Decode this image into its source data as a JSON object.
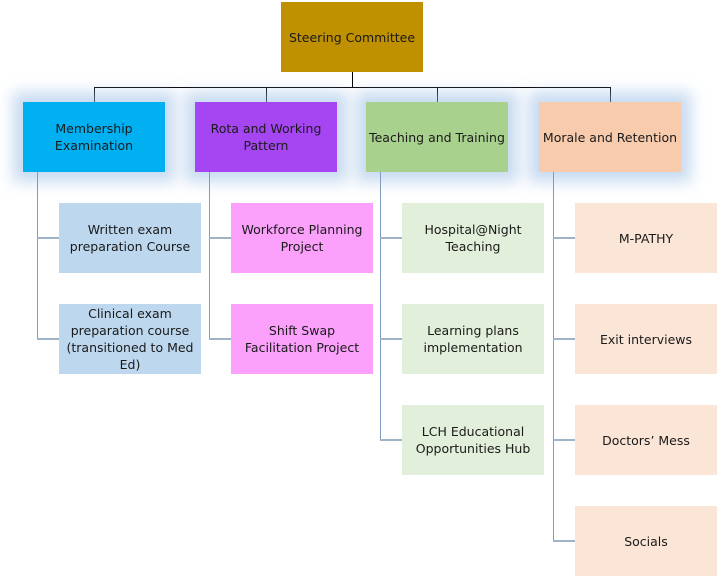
{
  "root": {
    "label": "Steering Committee",
    "color": "#bf9000"
  },
  "branches": [
    {
      "label": "Membership Examination",
      "color": "#00b0f0",
      "child_color": "#bdd7ee",
      "children": [
        "Written exam preparation Course",
        "Clinical exam preparation course (transitioned to Med Ed)"
      ]
    },
    {
      "label": "Rota and Working Pattern",
      "color": "#a646f2",
      "child_color": "#fba0fb",
      "children": [
        "Workforce Planning Project",
        "Shift Swap Facilitation Project"
      ]
    },
    {
      "label": "Teaching and Training",
      "color": "#a9d18e",
      "child_color": "#e2efda",
      "children": [
        "Hospital@Night Teaching",
        "Learning plans implementation",
        "LCH Educational Opportunities Hub"
      ]
    },
    {
      "label": "Morale and Retention",
      "color": "#f8cbad",
      "child_color": "#fbe5d6",
      "children": [
        "M-PATHY",
        "Exit interviews",
        "Doctors’ Mess",
        "Socials"
      ]
    }
  ]
}
